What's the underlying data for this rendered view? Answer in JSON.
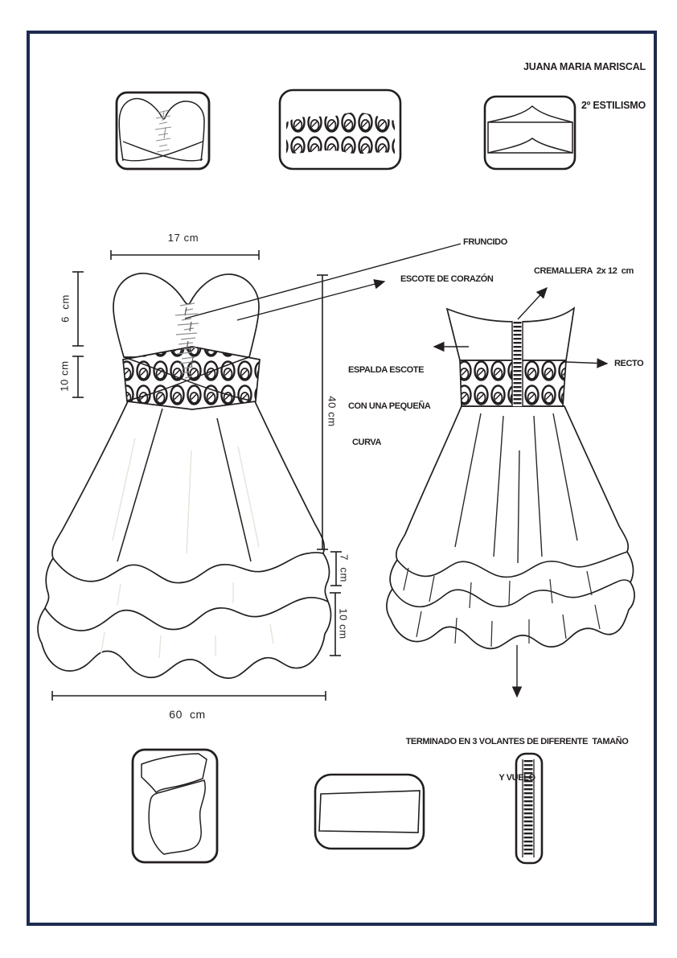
{
  "document": {
    "author": "JUANA MARIA MARISCAL",
    "course": "2º ESTILISMO"
  },
  "dimensions": {
    "bust_top_width": "17 cm",
    "bodice_height": "6  cm",
    "waistband_height": "10 cm",
    "dress_length": "40 cm",
    "ruffle_1_height": "7  cm",
    "ruffle_2_height": "10 cm",
    "hem_width": "60  cm"
  },
  "callouts": {
    "fruncido": "FRUNCIDO",
    "escote_corazon": "ESCOTE DE CORAZÓN",
    "cremallera": "CREMALLERA  2x 12  cm",
    "espalda_l1": "ESPALDA ESCOTE",
    "espalda_l2": "CON UNA PEQUEÑA",
    "espalda_l3": "CURVA",
    "recto": "RECTO",
    "terminado_l1": "TERMINADO EN 3 VOLANTES DE DIFERENTE  TAMAÑO",
    "terminado_l2": "Y VUELO"
  },
  "colors": {
    "frame_navy": "#1d2b4f",
    "ink_black": "#231f20",
    "gather_gray": "#8f8f8f"
  }
}
